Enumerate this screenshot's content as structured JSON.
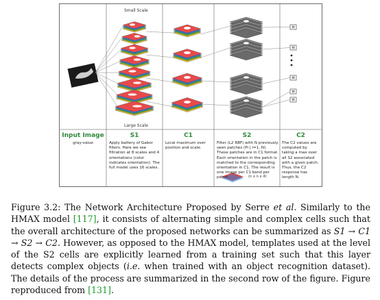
{
  "figure": {
    "scale_top": "Small Scale",
    "scale_bottom": "Large Scale",
    "n_label": "(n x n x 4)",
    "columns": [
      {
        "title": "Input Image",
        "desc": "gray-value"
      },
      {
        "title": "S1",
        "desc": "Apply battery of Gabor filters. Here we see filtration at 8 scales and 4 orientations (color indicates orientation). The full model uses 16 scales."
      },
      {
        "title": "C1",
        "desc": "Local maximum over position and scale."
      },
      {
        "title": "S2",
        "desc": "Filter (L2 RBF) with N previously seen patches (Pi | i=1..N). These patches are in C1 format. Each orientation in the patch is matched to the corresponding orientation in C1. The result is one image per C1 band per patch."
      },
      {
        "title": "C2",
        "desc": "The C2 values are computed by taking a max over all S2 associated with a given patch. Thus, the C2 response has length N."
      }
    ],
    "m_label": "M"
  },
  "caption": {
    "segments": [
      {
        "text": "Figure 3.2: The Network Architecture Proposed by Serre ",
        "style": "normal"
      },
      {
        "text": "et al",
        "style": "italic"
      },
      {
        "text": ". Similarly to the HMAX model ",
        "style": "normal"
      },
      {
        "text": "[117]",
        "style": "ref"
      },
      {
        "text": ", it consists of alternating simple and complex cells such that the overall architecture of the proposed networks can be summarized as ",
        "style": "normal"
      },
      {
        "text": "S1 → C1 → S2 → C2",
        "style": "italic"
      },
      {
        "text": ". However, as opposed to the HMAX model, templates used at the level of the S2 cells are explicitly learned from a training set such that this layer detects complex objects (",
        "style": "normal"
      },
      {
        "text": "i.e.",
        "style": "italic"
      },
      {
        "text": " when trained with an object recognition dataset). The details of the process are summarized in the second row of the figure. Figure reproduced from ",
        "style": "normal"
      },
      {
        "text": "[131]",
        "style": "ref"
      },
      {
        "text": ".",
        "style": "normal"
      }
    ]
  }
}
